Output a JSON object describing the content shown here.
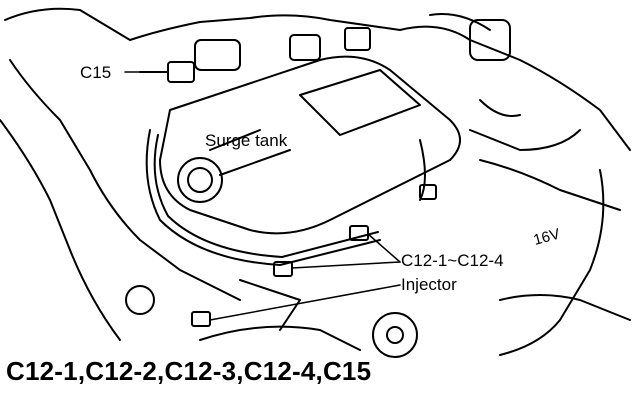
{
  "labels": {
    "c15": "C15",
    "surge_tank": "Surge tank",
    "c12_range": "C12-1~C12-4",
    "injector": "Injector",
    "engine_mark": "16V"
  },
  "caption": "C12-1,C12-2,C12-3,C12-4,C15"
}
